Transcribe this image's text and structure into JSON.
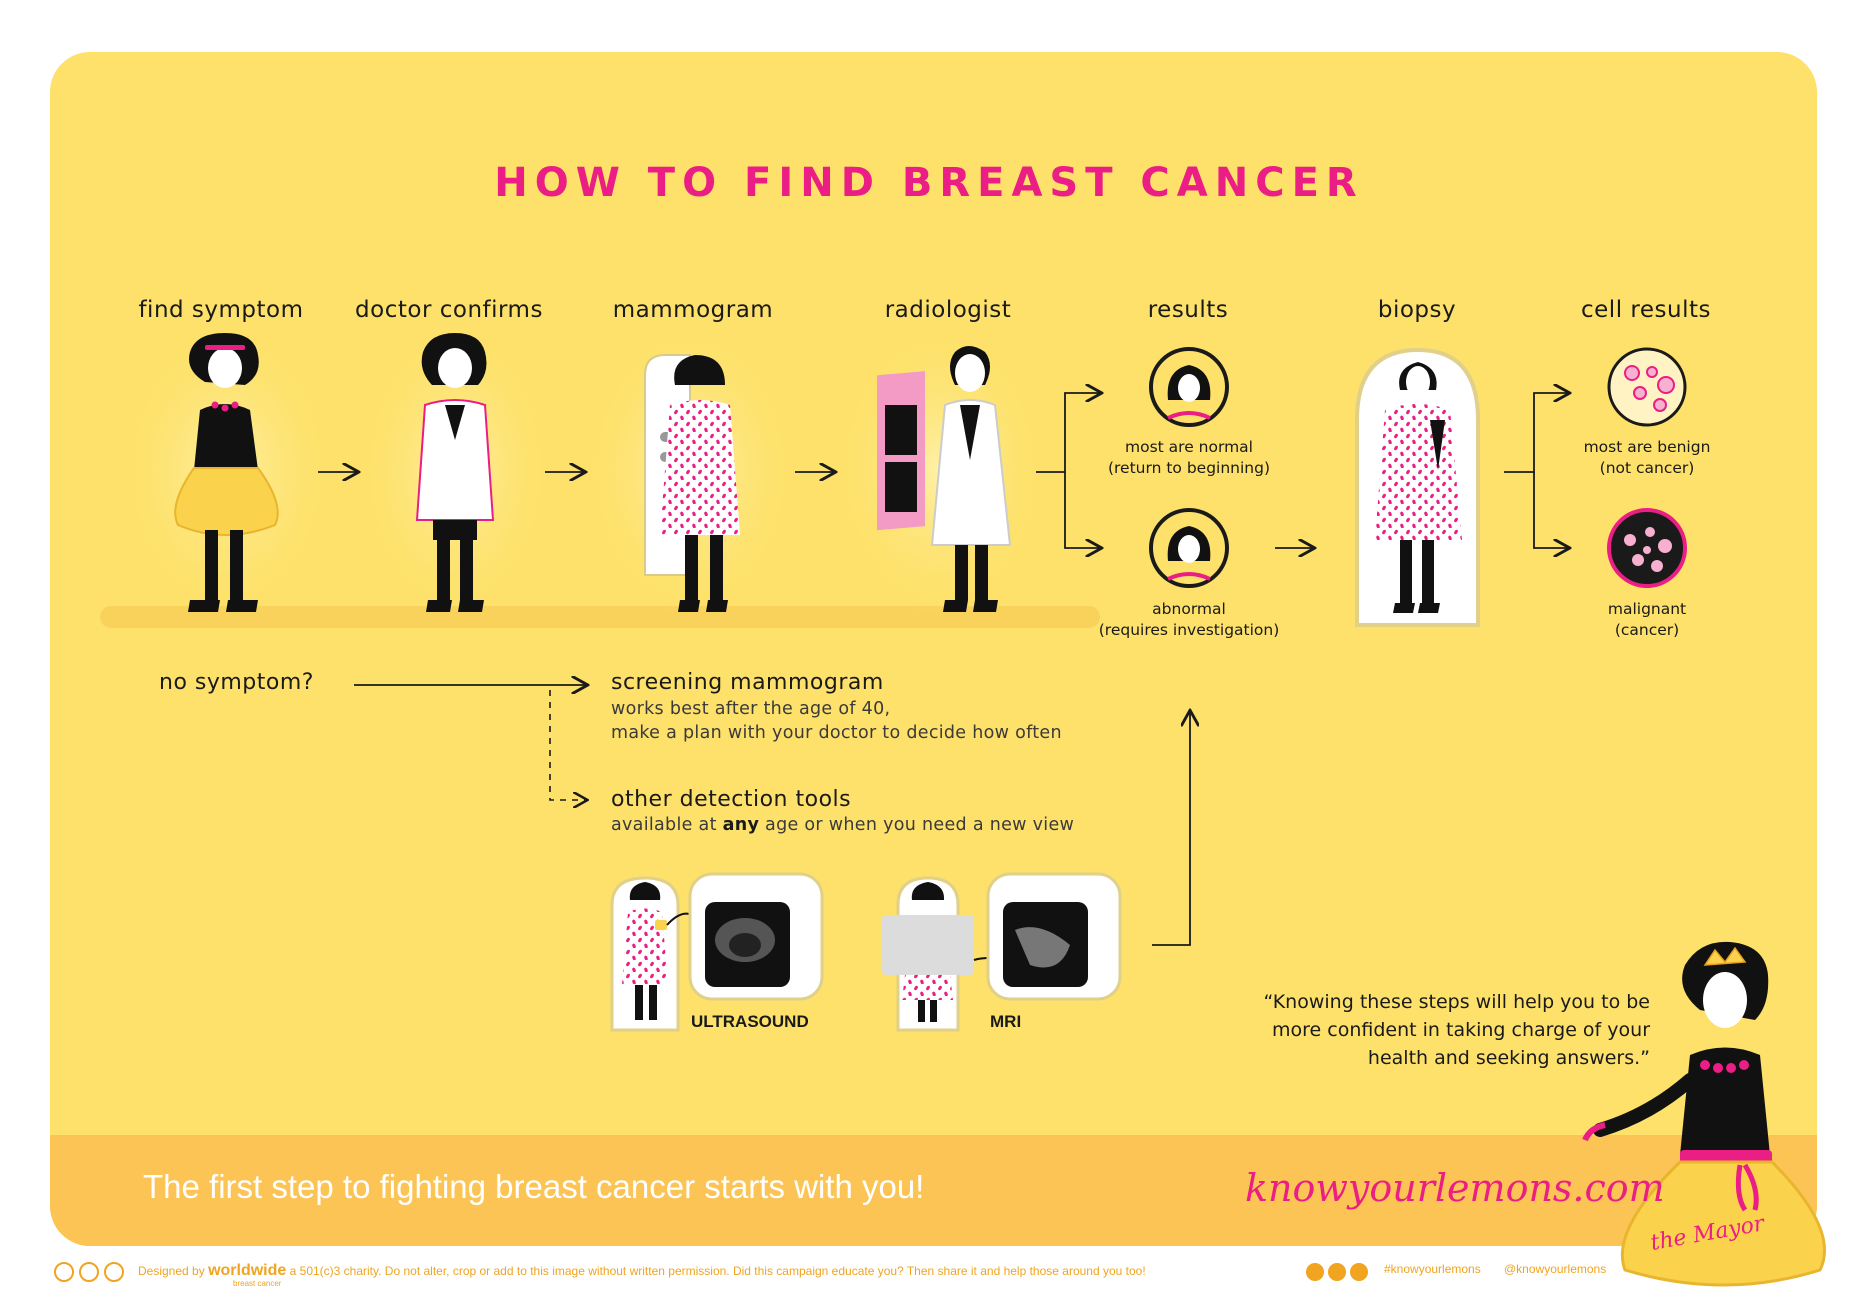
{
  "title": "HOW TO FIND BREAST CANCER",
  "steps": [
    "find symptom",
    "doctor confirms",
    "mammogram",
    "radiologist",
    "results",
    "biopsy",
    "cell results"
  ],
  "results": {
    "normal": [
      "most are normal",
      "(return to beginning)"
    ],
    "abnormal": [
      "abnormal",
      "(requires investigation)"
    ]
  },
  "cell_results": {
    "benign": [
      "most are benign",
      "(not cancer)"
    ],
    "malignant": [
      "malignant",
      "(cancer)"
    ]
  },
  "no_symptom": "no symptom?",
  "screening": {
    "title": "screening mammogram",
    "line1": "works best after the age of 40,",
    "line2": "make a plan with your doctor to decide how often"
  },
  "other_tools": {
    "title": "other detection tools",
    "line_pre": "available at ",
    "line_bold": "any",
    "line_post": " age or when you need a new view"
  },
  "tools": [
    "ULTRASOUND",
    "MRI"
  ],
  "quote": [
    "“Knowing these steps will help you to be",
    "more confident in taking charge of your",
    "health and seeking answers.”"
  ],
  "tagline": "The first step to fighting breast cancer starts with you!",
  "website": "knowyourlemons.com",
  "footer": {
    "designed_by": "Designed by",
    "org": "worldwide",
    "org_sub": "breast cancer",
    "notice": "a 501(c)3 charity. Do not alter, crop or add to this image without written permission. Did this campaign educate you? Then share it and help those around you too!",
    "hashtag": "#knowyourlemons",
    "handle": "@knowyourlemons"
  },
  "signature": "the Mayor",
  "colors": {
    "background": "#fde16a",
    "band": "#fcc455",
    "accent": "#ea1e84",
    "dark": "#1a1a1a"
  }
}
